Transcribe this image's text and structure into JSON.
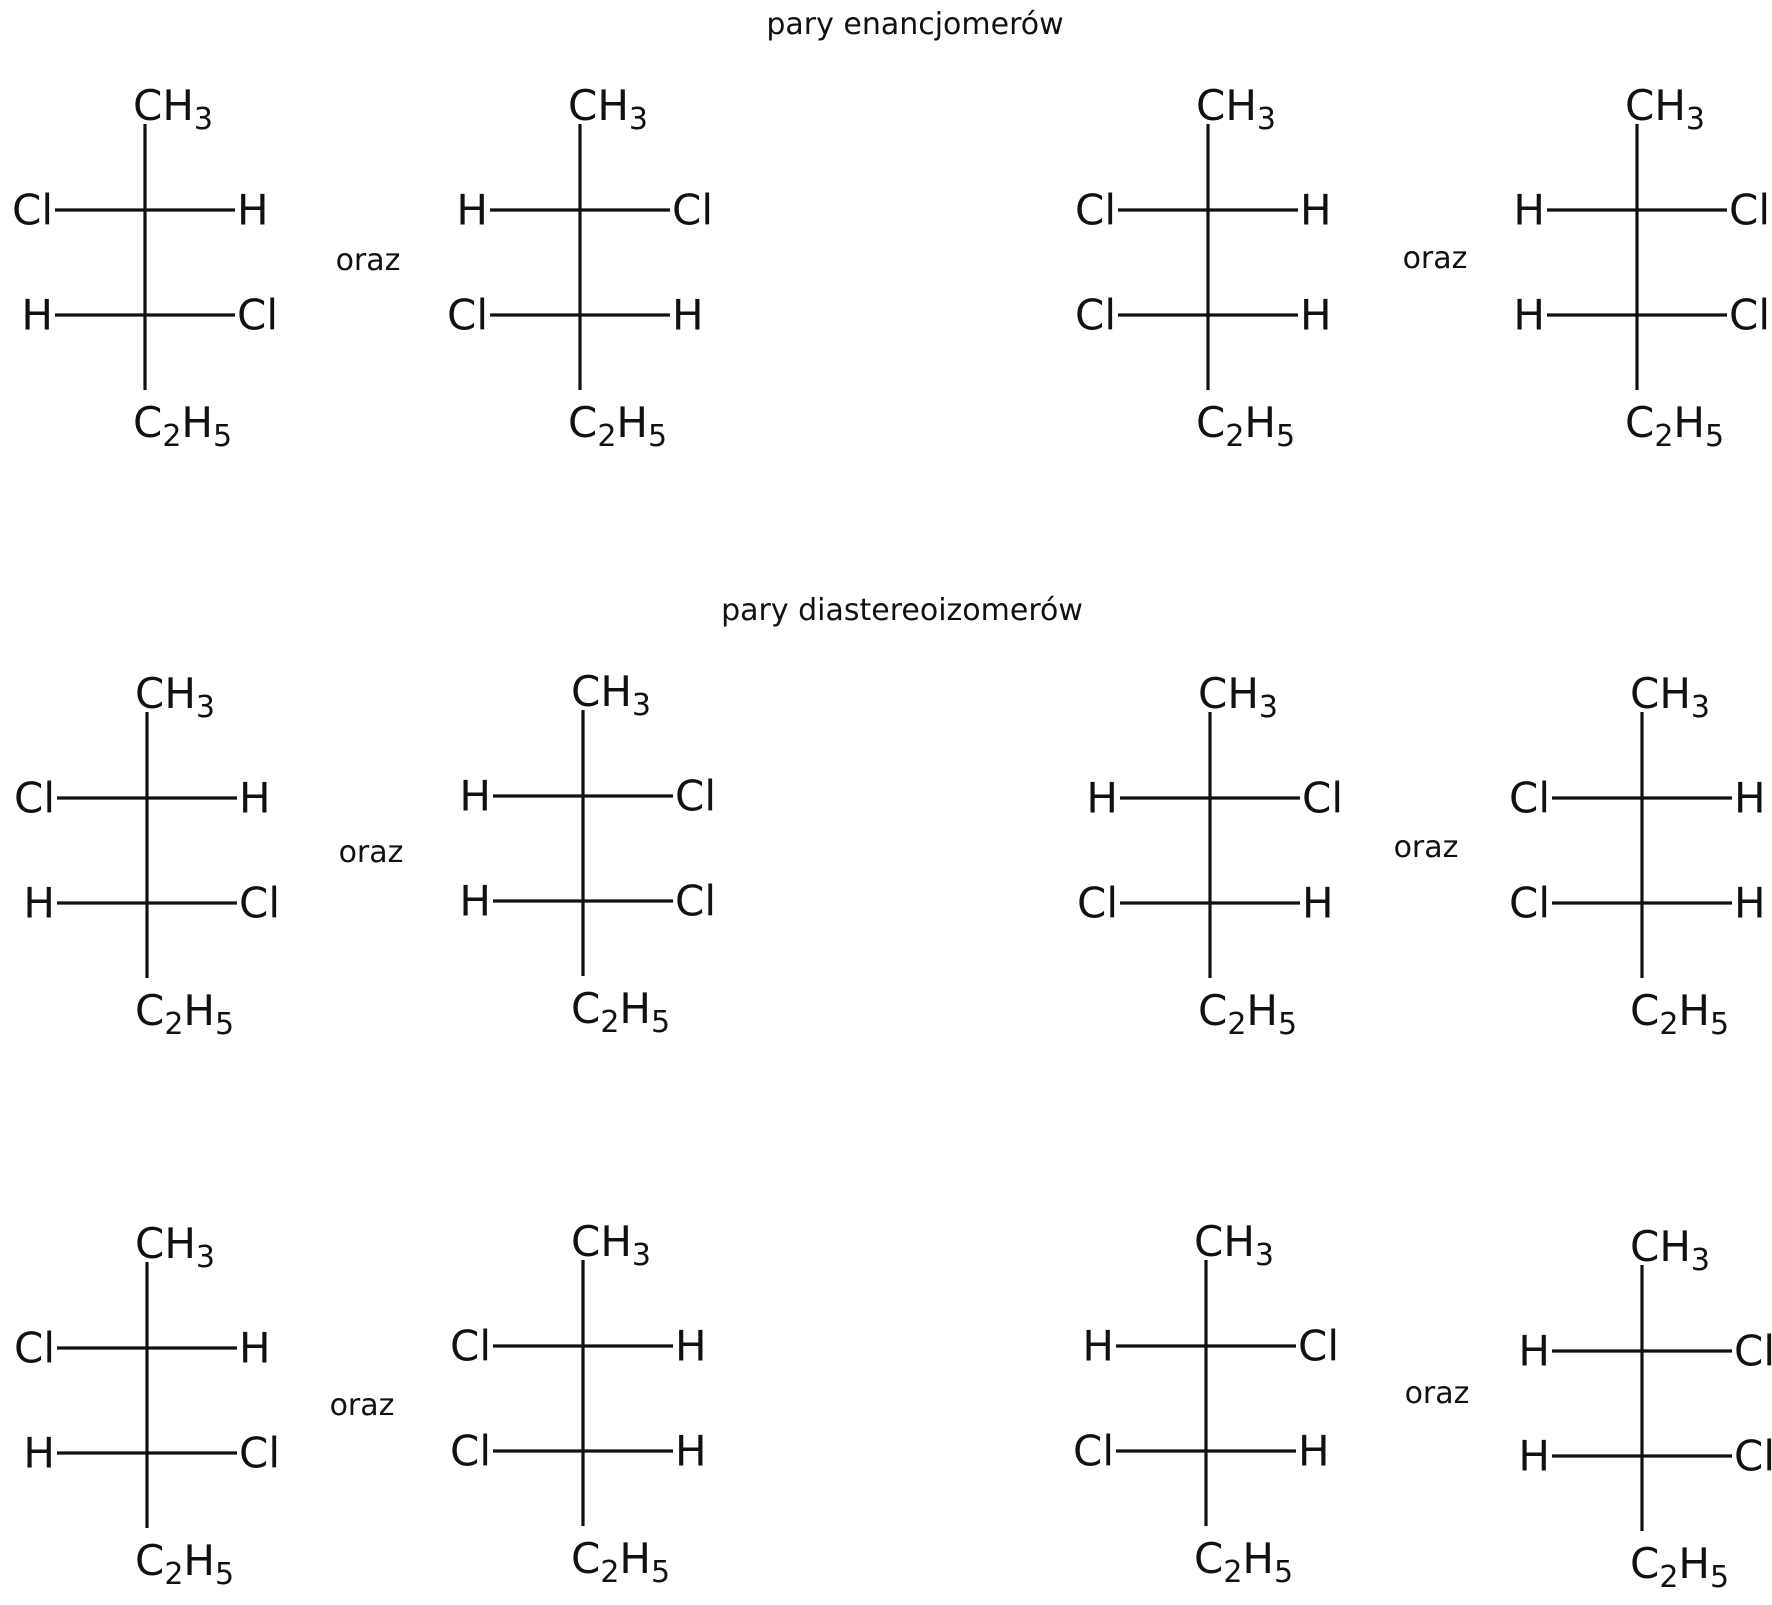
{
  "sections": [
    {
      "title": "pary enancjomerów",
      "rows": [
        {
          "pairs": [
            {
              "conjunction": "oraz",
              "molecules": [
                {
                  "top": [
                    "CH",
                    "3"
                  ],
                  "r1": {
                    "left": "Cl",
                    "right": "H"
                  },
                  "r2": {
                    "left": "H",
                    "right": "Cl"
                  },
                  "bottom": [
                    "C",
                    "2",
                    "H",
                    "5"
                  ]
                },
                {
                  "top": [
                    "CH",
                    "3"
                  ],
                  "r1": {
                    "left": "H",
                    "right": "Cl"
                  },
                  "r2": {
                    "left": "Cl",
                    "right": "H"
                  },
                  "bottom": [
                    "C",
                    "2",
                    "H",
                    "5"
                  ]
                }
              ]
            },
            {
              "conjunction": "oraz",
              "molecules": [
                {
                  "top": [
                    "CH",
                    "3"
                  ],
                  "r1": {
                    "left": "Cl",
                    "right": "H"
                  },
                  "r2": {
                    "left": "Cl",
                    "right": "H"
                  },
                  "bottom": [
                    "C",
                    "2",
                    "H",
                    "5"
                  ]
                },
                {
                  "top": [
                    "CH",
                    "3"
                  ],
                  "r1": {
                    "left": "H",
                    "right": "Cl"
                  },
                  "r2": {
                    "left": "H",
                    "right": "Cl"
                  },
                  "bottom": [
                    "C",
                    "2",
                    "H",
                    "5"
                  ]
                }
              ]
            }
          ]
        }
      ]
    },
    {
      "title": "pary diastereoizomerów",
      "rows": [
        {
          "pairs": [
            {
              "conjunction": "oraz",
              "molecules": [
                {
                  "top": [
                    "CH",
                    "3"
                  ],
                  "r1": {
                    "left": "Cl",
                    "right": "H"
                  },
                  "r2": {
                    "left": "H",
                    "right": "Cl"
                  },
                  "bottom": [
                    "C",
                    "2",
                    "H",
                    "5"
                  ]
                },
                {
                  "top": [
                    "CH",
                    "3"
                  ],
                  "r1": {
                    "left": "H",
                    "right": "Cl"
                  },
                  "r2": {
                    "left": "H",
                    "right": "Cl"
                  },
                  "bottom": [
                    "C",
                    "2",
                    "H",
                    "5"
                  ]
                }
              ]
            },
            {
              "conjunction": "oraz",
              "molecules": [
                {
                  "top": [
                    "CH",
                    "3"
                  ],
                  "r1": {
                    "left": "H",
                    "right": "Cl"
                  },
                  "r2": {
                    "left": "Cl",
                    "right": "H"
                  },
                  "bottom": [
                    "C",
                    "2",
                    "H",
                    "5"
                  ]
                },
                {
                  "top": [
                    "CH",
                    "3"
                  ],
                  "r1": {
                    "left": "Cl",
                    "right": "H"
                  },
                  "r2": {
                    "left": "Cl",
                    "right": "H"
                  },
                  "bottom": [
                    "C",
                    "2",
                    "H",
                    "5"
                  ]
                }
              ]
            }
          ]
        },
        {
          "pairs": [
            {
              "conjunction": "oraz",
              "molecules": [
                {
                  "top": [
                    "CH",
                    "3"
                  ],
                  "r1": {
                    "left": "Cl",
                    "right": "H"
                  },
                  "r2": {
                    "left": "H",
                    "right": "Cl"
                  },
                  "bottom": [
                    "C",
                    "2",
                    "H",
                    "5"
                  ]
                },
                {
                  "top": [
                    "CH",
                    "3"
                  ],
                  "r1": {
                    "left": "Cl",
                    "right": "H"
                  },
                  "r2": {
                    "left": "Cl",
                    "right": "H"
                  },
                  "bottom": [
                    "C",
                    "2",
                    "H",
                    "5"
                  ]
                }
              ]
            },
            {
              "conjunction": "oraz",
              "molecules": [
                {
                  "top": [
                    "CH",
                    "3"
                  ],
                  "r1": {
                    "left": "H",
                    "right": "Cl"
                  },
                  "r2": {
                    "left": "Cl",
                    "right": "H"
                  },
                  "bottom": [
                    "C",
                    "2",
                    "H",
                    "5"
                  ]
                },
                {
                  "top": [
                    "CH",
                    "3"
                  ],
                  "r1": {
                    "left": "H",
                    "right": "Cl"
                  },
                  "r2": {
                    "left": "H",
                    "right": "Cl"
                  },
                  "bottom": [
                    "C",
                    "2",
                    "H",
                    "5"
                  ]
                }
              ]
            }
          ]
        }
      ]
    }
  ]
}
